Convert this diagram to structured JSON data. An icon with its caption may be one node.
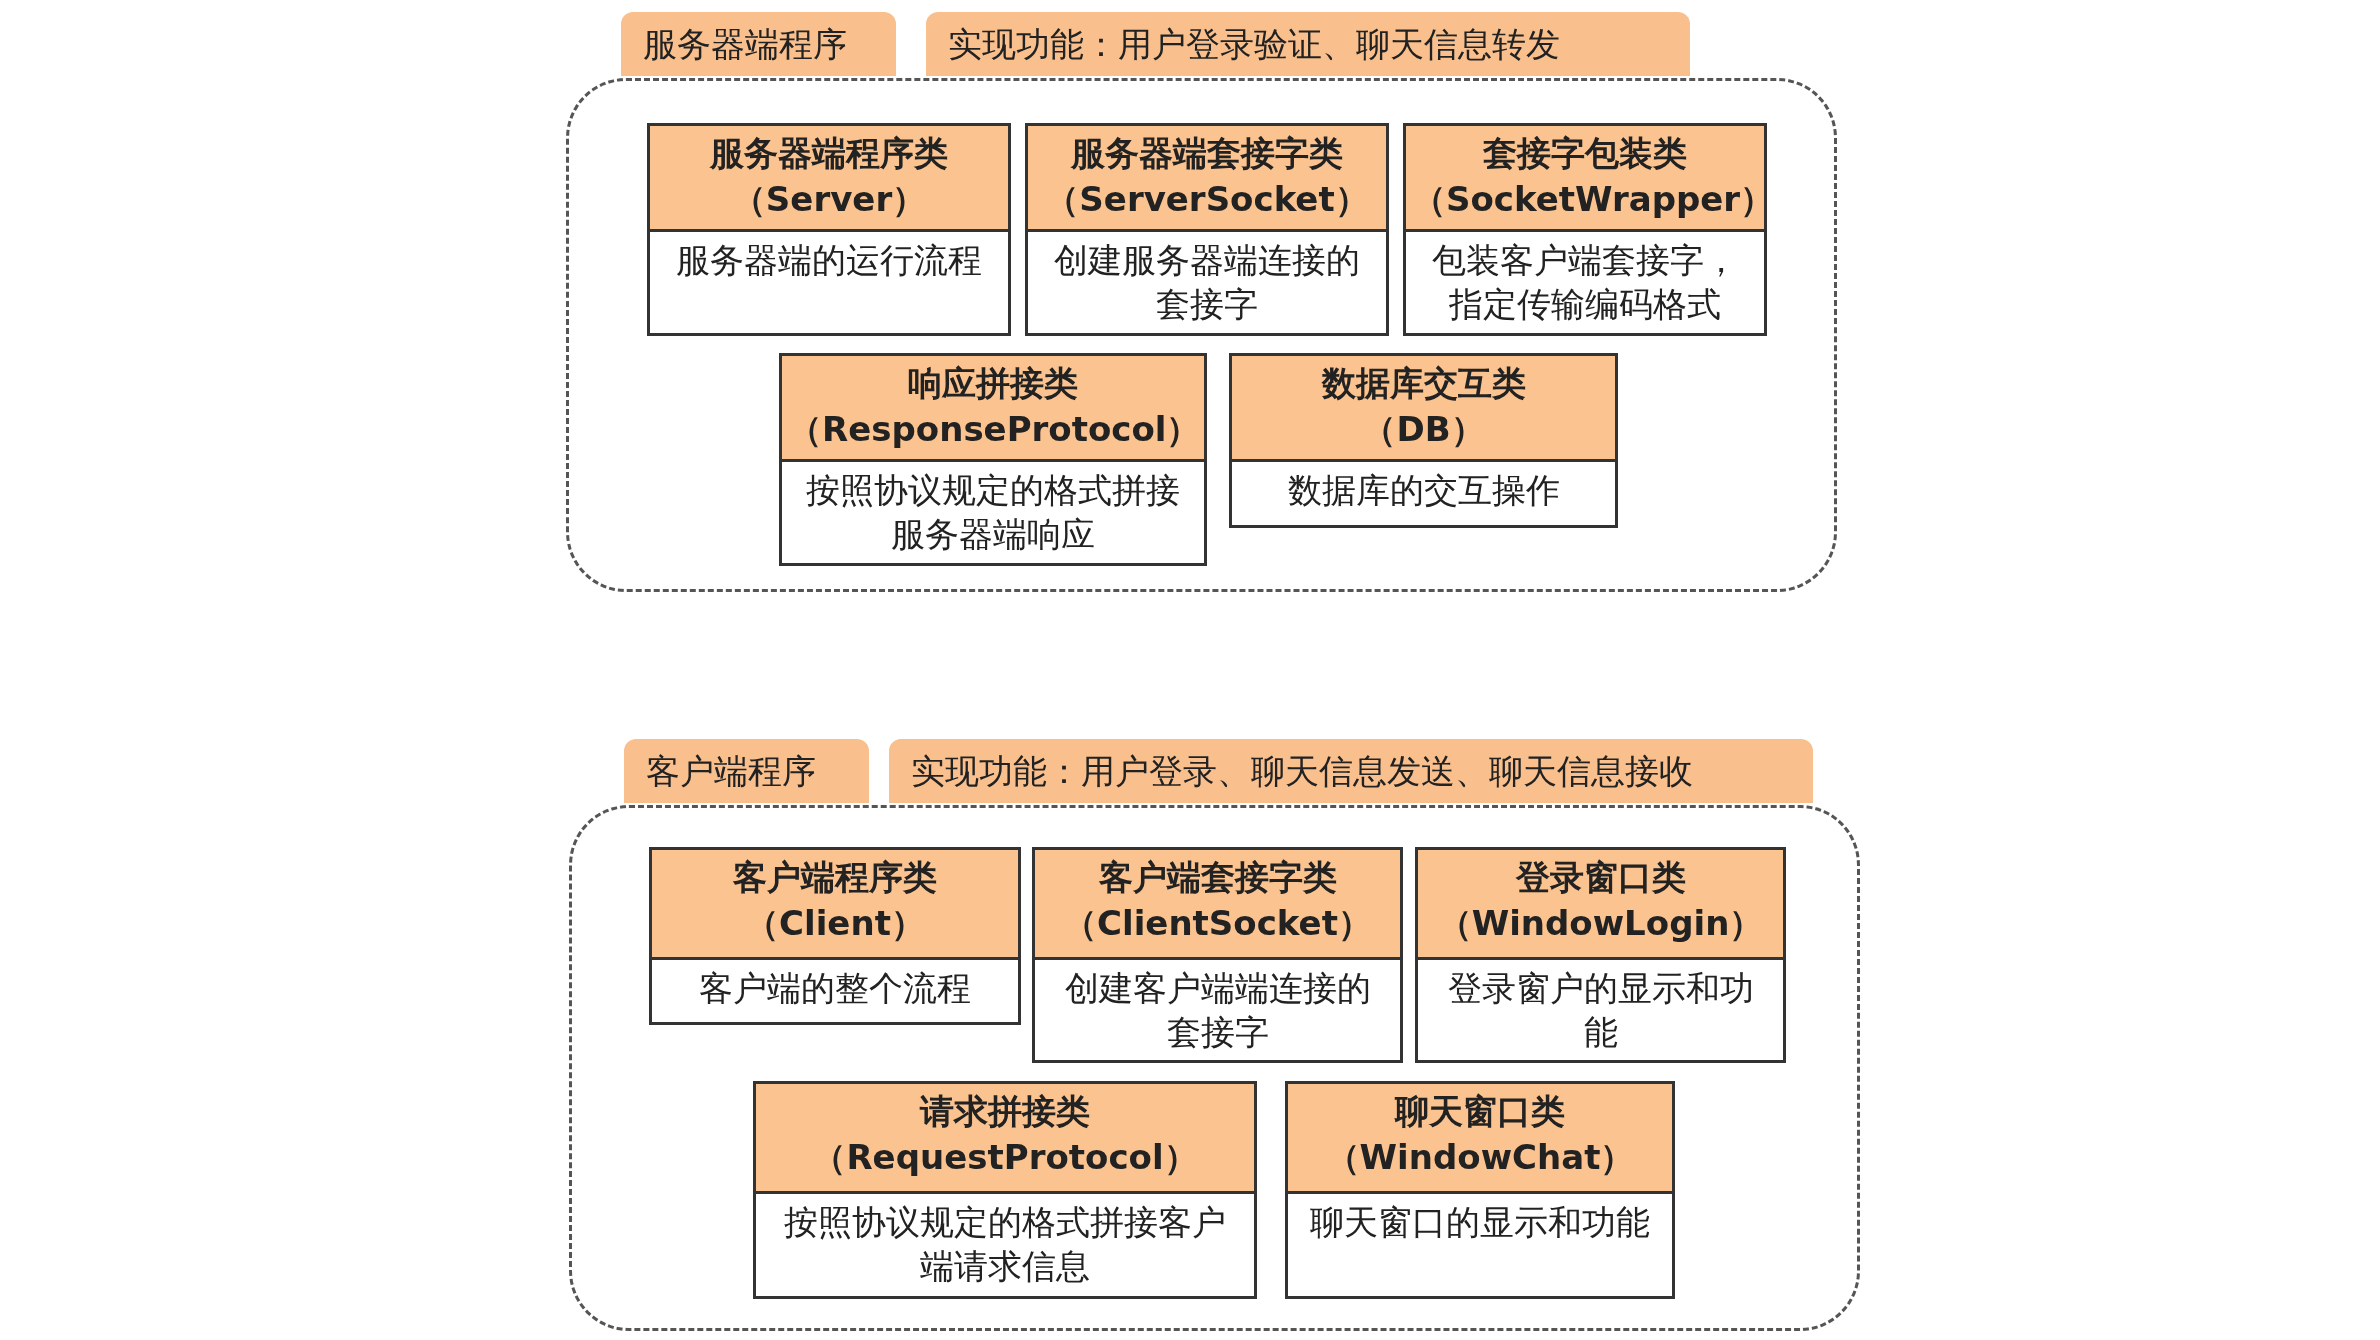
{
  "diagram": {
    "nodes": [
      {
        "text": [
          "服务器端程序"
        ]
      },
      {
        "text": [
          "实现功能：用户登录验证、聊天信息转发"
        ]
      },
      {
        "text": [],
        "shape": "box"
      },
      {
        "text": [
          "服务器端程序类（Server）",
          "服务器端的运行流程"
        ],
        "in": 2
      },
      {
        "text": [
          "服务器端套接字类（ServerSocket）",
          "创建服务器端连接的套接字"
        ],
        "in": 2
      },
      {
        "text": [
          "套接字包装类（SocketWrapper）",
          "包装客户端套接字，指定传输编码格式"
        ],
        "in": 2
      },
      {
        "text": [
          "响应拼接类（ResponseProtocol）",
          "按照协议规定的格式拼接服务器端响应"
        ],
        "in": 2
      },
      {
        "text": [
          "数据库交互类（DB）",
          "数据库的交互操作"
        ],
        "in": 2
      },
      {
        "text": [
          "客户端程序"
        ]
      },
      {
        "text": [
          "实现功能：用户登录、聊天信息发送、聊天信息接收"
        ]
      },
      {
        "text": [],
        "shape": "box"
      },
      {
        "text": [
          "客户端程序类（Client）",
          "客户端的整个流程"
        ],
        "in": 10
      },
      {
        "text": [
          "客户端套接字类（ClientSocket）",
          "创建客户端端连接的套接字"
        ],
        "in": 10
      },
      {
        "text": [
          "登录窗口类（WindowLogin）",
          "登录窗户的显示和功能"
        ],
        "in": 10
      },
      {
        "text": [
          "请求拼接类（RequestProtocol）",
          "按照协议规定的格式拼接客户端请求信息"
        ],
        "in": 10
      },
      {
        "text": [
          "聊天窗口类（WindowChat）",
          "聊天窗口的显示和功能"
        ],
        "in": 10
      }
    ],
    "edges": []
  }
}
